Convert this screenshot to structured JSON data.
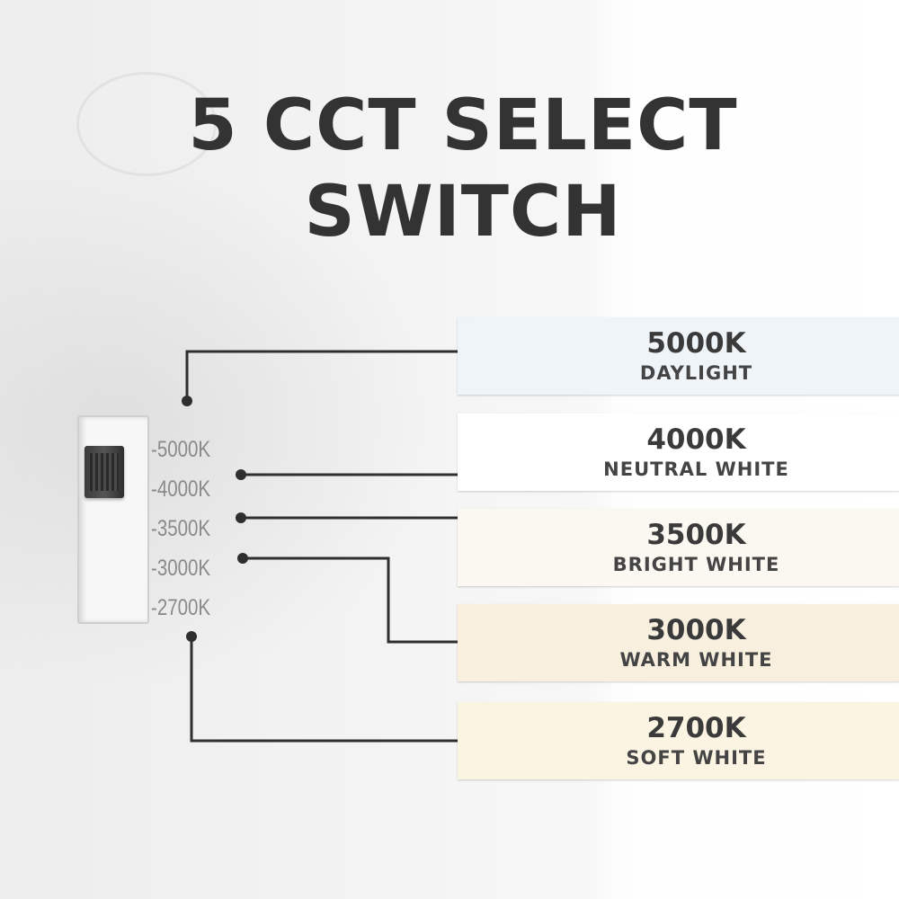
{
  "title": {
    "line1": "5 CCT SELECT",
    "line2": "SWITCH"
  },
  "switch_markings": [
    "-5000K",
    "-4000K",
    "-3500K",
    "-3000K",
    "-2700K"
  ],
  "options": [
    {
      "kelvin": "5000K",
      "name": "DAYLIGHT",
      "color": "#eef4f8"
    },
    {
      "kelvin": "4000K",
      "name": "NEUTRAL WHITE",
      "color": "#ffffff"
    },
    {
      "kelvin": "3500K",
      "name": "BRIGHT WHITE",
      "color": "#fbf8f2"
    },
    {
      "kelvin": "3000K",
      "name": "WARM WHITE",
      "color": "#f8efdf"
    },
    {
      "kelvin": "2700K",
      "name": "SOFT WHITE",
      "color": "#fbf4e3"
    }
  ],
  "colors": {
    "title": "#333333",
    "connector": "#2f2f2f",
    "switch_knob": "#3a3a3a"
  }
}
